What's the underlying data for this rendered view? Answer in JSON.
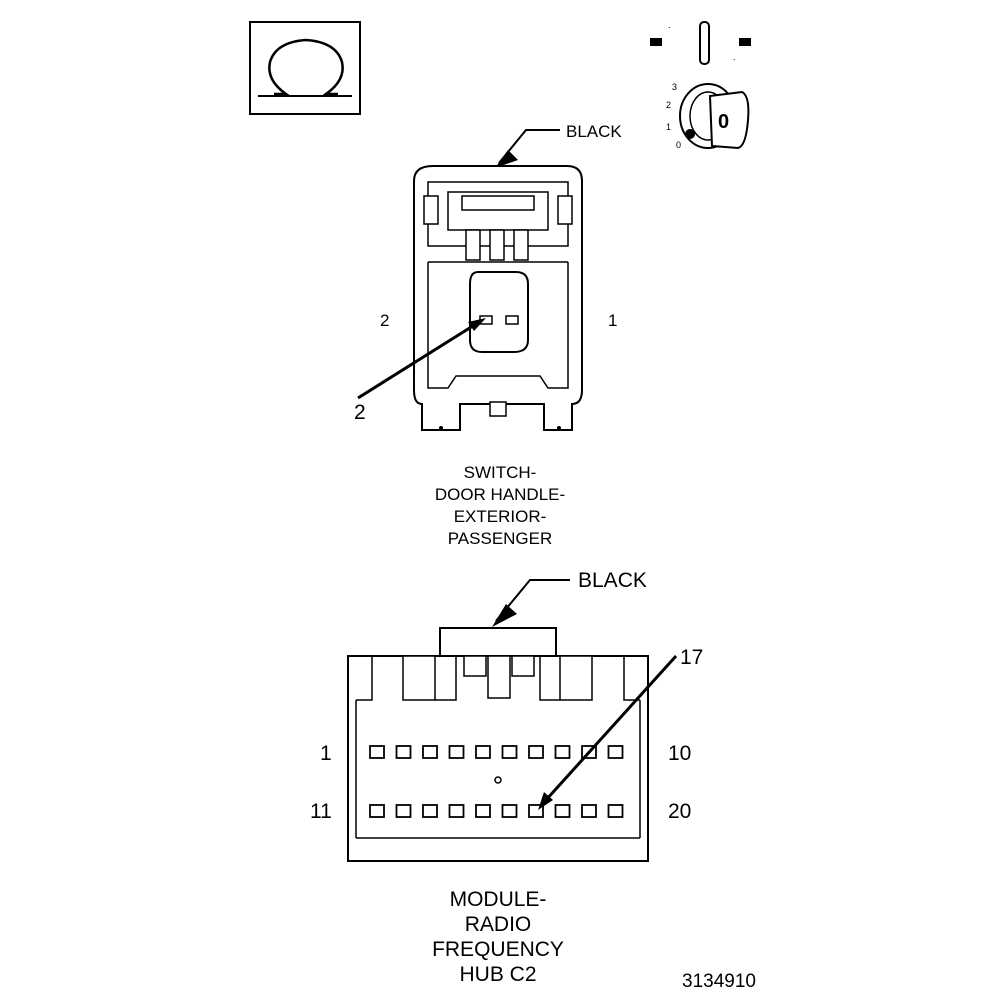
{
  "diagram_id": "3134910",
  "symbols": {
    "ohm": "Ω",
    "key_positions": [
      "3",
      "2",
      "1",
      "0"
    ],
    "key_label": "0"
  },
  "connector_switch": {
    "color": "BLACK",
    "side_left": "2",
    "side_right": "1",
    "pin_callout": "2",
    "title_lines": [
      "SWITCH-",
      "DOOR HANDLE-",
      "EXTERIOR-",
      "PASSENGER"
    ]
  },
  "connector_module": {
    "color": "BLACK",
    "row1_left": "1",
    "row1_right": "10",
    "row2_left": "11",
    "row2_right": "20",
    "pin_callout": "17",
    "title_lines": [
      "MODULE-",
      "RADIO",
      "FREQUENCY",
      "HUB C2"
    ]
  }
}
